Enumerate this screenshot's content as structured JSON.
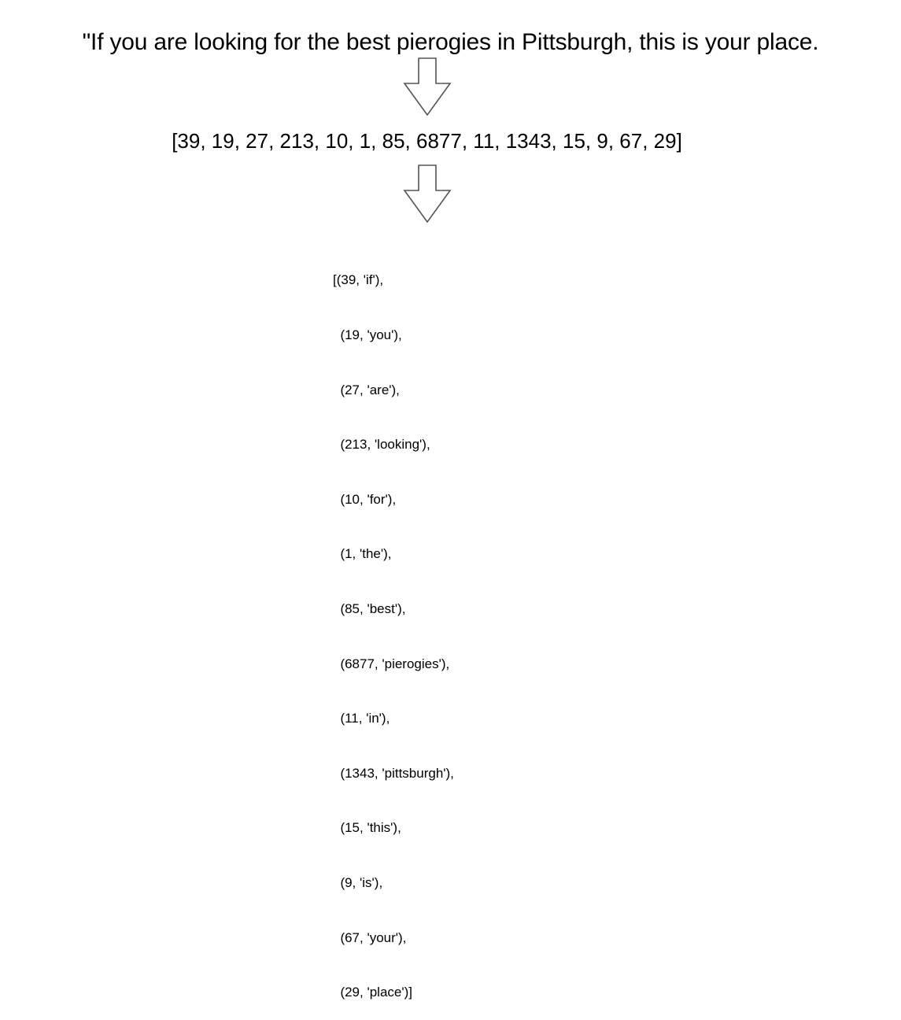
{
  "sentence": "\"If you are looking for the best pierogies in Pittsburgh, this is your place.",
  "token_ids": "[39, 19, 27, 213, 10, 1, 85, 6877, 11, 1343, 15, 9, 67, 29]",
  "pairs": [
    "[(39, 'if'),",
    "  (19, 'you'),",
    "  (27, 'are'),",
    "  (213, 'looking'),",
    "  (10, 'for'),",
    "  (1, 'the'),",
    "  (85, 'best'),",
    "  (6877, 'pierogies'),",
    "  (11, 'in'),",
    "  (1343, 'pittsburgh'),",
    "  (15, 'this'),",
    "  (9, 'is'),",
    "  (67, 'your'),",
    "  (29, 'place')]"
  ],
  "icons": {
    "arrow_1": "down-arrow-icon",
    "arrow_2": "down-arrow-icon"
  },
  "colors": {
    "text": "#000000",
    "arrow_stroke": "#555555",
    "background": "#ffffff"
  }
}
